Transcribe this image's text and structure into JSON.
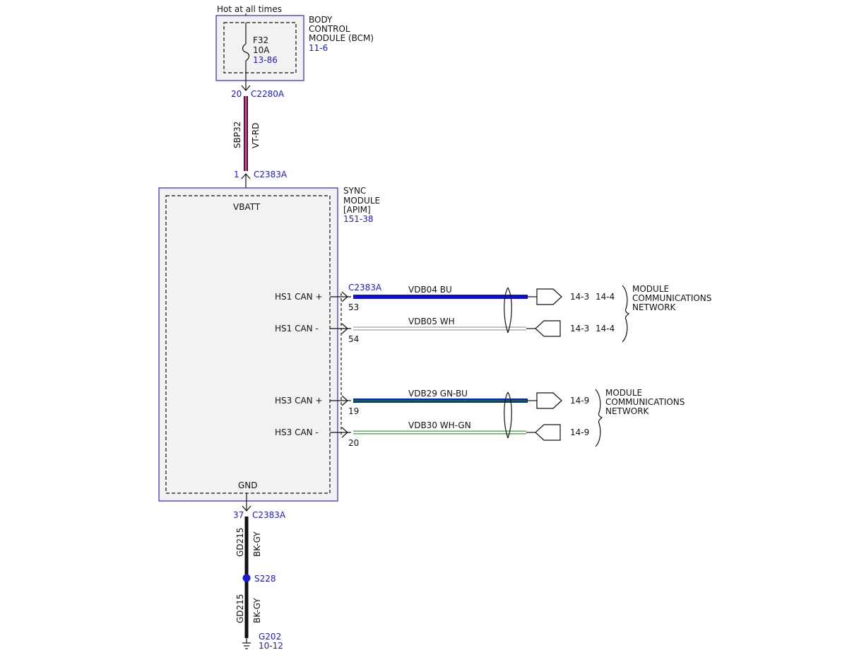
{
  "colors": {
    "ref_text": "#1a1ad6",
    "module_border": "#2a2ad0",
    "module_fill": "#f2f2f2",
    "wire_vt_rd": "#e0409a",
    "wire_bu": "#1010d0",
    "wire_gn_bu": "#0a6a2a",
    "wire_wh_gn": "#3aa03a",
    "wire_bk_gy": "#111111",
    "splice": "#1a1ad6"
  },
  "power": {
    "hot_label": "Hot at all times"
  },
  "bcm": {
    "line1": "BODY",
    "line2": "CONTROL",
    "line3": "MODULE (BCM)",
    "ref": "11-6",
    "fuse_name": "F32",
    "fuse_rating": "10A",
    "fuse_ref": "13-86"
  },
  "feed_wire": {
    "pin_top": "20",
    "connector_top": "C2280A",
    "circuit": "SBP32",
    "color": "VT-RD",
    "pin_bottom": "1",
    "connector_bottom": "C2383A"
  },
  "sync": {
    "line1": "SYNC",
    "line2": "MODULE",
    "line3": "[APIM]",
    "ref": "151-38",
    "vbatt_label": "VBATT",
    "gnd_label": "GND",
    "connector": "C2383A"
  },
  "can_wires": [
    {
      "label": "HS1 CAN +",
      "pin": "53",
      "circuit": "VDB04",
      "color": "BU",
      "refs": [
        "14-3",
        "14-4"
      ],
      "icon": "arrow-out-icon"
    },
    {
      "label": "HS1 CAN -",
      "pin": "54",
      "circuit": "VDB05",
      "color": "WH",
      "refs": [
        "14-3",
        "14-4"
      ],
      "icon": "arrow-in-icon"
    },
    {
      "label": "HS3 CAN +",
      "pin": "19",
      "circuit": "VDB29",
      "color": "GN-BU",
      "refs": [
        "14-9"
      ],
      "icon": "arrow-out-icon"
    },
    {
      "label": "HS3 CAN -",
      "pin": "20",
      "circuit": "VDB30",
      "color": "WH-GN",
      "refs": [
        "14-9"
      ],
      "icon": "arrow-in-icon"
    }
  ],
  "networks": [
    {
      "line1": "MODULE",
      "line2": "COMMUNICATIONS",
      "line3": "NETWORK"
    },
    {
      "line1": "MODULE",
      "line2": "COMMUNICATIONS",
      "line3": "NETWORK"
    }
  ],
  "ground_wire": {
    "pin": "37",
    "connector": "C2383A",
    "circuit": "GD215",
    "color": "BK-GY",
    "splice": "S228",
    "ground": "G202",
    "ground_ref": "10-12"
  }
}
